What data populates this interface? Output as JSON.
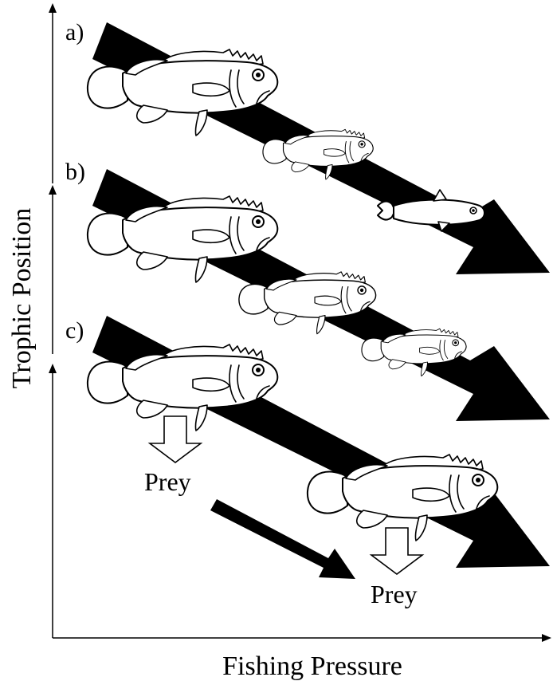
{
  "panels": [
    {
      "label": "a)"
    },
    {
      "label": "b)"
    },
    {
      "label": "c)"
    }
  ],
  "prey_labels": [
    "Prey",
    "Prey"
  ],
  "axes": {
    "x_label": "Fishing Pressure",
    "y_label": "Trophic Position"
  },
  "colors": {
    "arrow": "#000000",
    "fish_fill": "#ffffff",
    "outline": "#000000"
  },
  "icons": {
    "fish": "grouper-fish-icon",
    "prey_arrow": "down-hollow-arrow-icon"
  }
}
